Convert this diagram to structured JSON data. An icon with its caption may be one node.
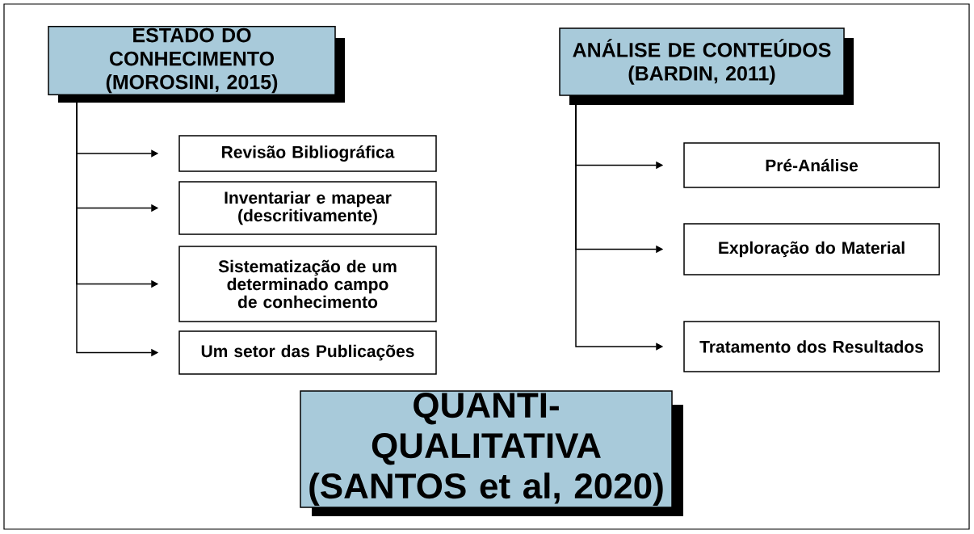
{
  "diagram": {
    "nodes": [
      {
        "text": [
          "ESTADO DO CONHECIMENTO (MOROSINI, 2015)"
        ]
      },
      {
        "text": [
          "Revisão Bibliográfica"
        ]
      },
      {
        "text": [
          "Inventariar e mapear (descritivamente)"
        ]
      },
      {
        "text": [
          "Sistematização de um determinado campo de conhecimento"
        ]
      },
      {
        "text": [
          "Um setor das Publicações"
        ]
      },
      {
        "text": [
          "ANÁLISE DE CONTEÚDOS (BARDIN, 2011)"
        ]
      },
      {
        "text": [
          "Pré-Análise"
        ]
      },
      {
        "text": [
          "Exploração do Material"
        ]
      },
      {
        "text": [
          "Tratamento dos Resultados"
        ]
      },
      {
        "text": [
          "QUANTI-QUALITATIVA (SANTOS et al, 2020)"
        ]
      }
    ],
    "edges": [
      {
        "from": 0,
        "to": 1,
        "arrow": "to"
      },
      {
        "from": 0,
        "to": 2,
        "arrow": "to"
      },
      {
        "from": 0,
        "to": 3,
        "arrow": "to"
      },
      {
        "from": 0,
        "to": 4,
        "arrow": "to"
      },
      {
        "from": 5,
        "to": 6,
        "arrow": "to"
      },
      {
        "from": 5,
        "to": 7,
        "arrow": "to"
      },
      {
        "from": 5,
        "to": 8,
        "arrow": "to"
      }
    ]
  }
}
